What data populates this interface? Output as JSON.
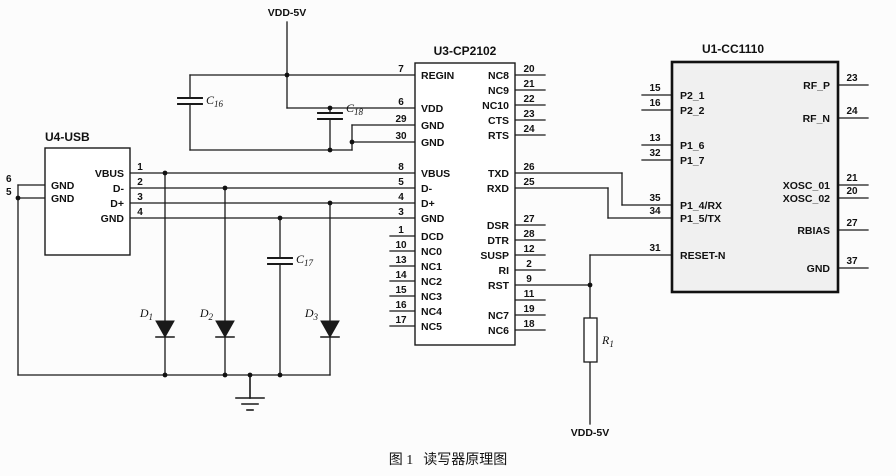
{
  "caption": {
    "label": "图 1",
    "title": "读写器原理图"
  },
  "power": {
    "top_label": "VDD-5V",
    "bottom_label": "VDD-5V"
  },
  "colors": {
    "ink": "#1a1a1a",
    "cc1110_fill": "#f0f0f0",
    "background": "#fcfcfc"
  },
  "components": {
    "usb": {
      "title": "U4-USB",
      "left_pins": [
        {
          "num": "6",
          "name": "GND"
        },
        {
          "num": "5",
          "name": "GND"
        }
      ],
      "right_pins": [
        {
          "num": "1",
          "name": "VBUS"
        },
        {
          "num": "2",
          "name": "D-"
        },
        {
          "num": "3",
          "name": "D+"
        },
        {
          "num": "4",
          "name": "GND"
        }
      ]
    },
    "cp2102": {
      "title": "U3-CP2102",
      "left_pins": [
        {
          "num": "7",
          "name": "REGIN"
        },
        {
          "num": "6",
          "name": "VDD"
        },
        {
          "num": "29",
          "name": "GND"
        },
        {
          "num": "30",
          "name": "GND"
        },
        {
          "num": "8",
          "name": "VBUS"
        },
        {
          "num": "5",
          "name": "D-"
        },
        {
          "num": "4",
          "name": "D+"
        },
        {
          "num": "3",
          "name": "GND"
        },
        {
          "num": "1",
          "name": "DCD"
        },
        {
          "num": "10",
          "name": "NC0"
        },
        {
          "num": "13",
          "name": "NC1"
        },
        {
          "num": "14",
          "name": "NC2"
        },
        {
          "num": "15",
          "name": "NC3"
        },
        {
          "num": "16",
          "name": "NC4"
        },
        {
          "num": "17",
          "name": "NC5"
        }
      ],
      "right_pins": [
        {
          "num": "20",
          "name": "NC8"
        },
        {
          "num": "21",
          "name": "NC9"
        },
        {
          "num": "22",
          "name": "NC10"
        },
        {
          "num": "23",
          "name": "CTS"
        },
        {
          "num": "24",
          "name": "RTS"
        },
        {
          "num": "26",
          "name": "TXD"
        },
        {
          "num": "25",
          "name": "RXD"
        },
        {
          "num": "27",
          "name": "DSR"
        },
        {
          "num": "28",
          "name": "DTR"
        },
        {
          "num": "12",
          "name": "SUSP"
        },
        {
          "num": "2",
          "name": "RI"
        },
        {
          "num": "9",
          "name": "RST"
        },
        {
          "num": "11",
          "name": ""
        },
        {
          "num": "19",
          "name": "NC7"
        },
        {
          "num": "18",
          "name": "NC6"
        }
      ]
    },
    "cc1110": {
      "title": "U1-CC1110",
      "left_pins": [
        {
          "num": "15",
          "name": "P2_1"
        },
        {
          "num": "16",
          "name": "P2_2"
        },
        {
          "num": "13",
          "name": "P1_6"
        },
        {
          "num": "32",
          "name": "P1_7"
        },
        {
          "num": "35",
          "name": "P1_4/RX"
        },
        {
          "num": "34",
          "name": "P1_5/TX"
        },
        {
          "num": "31",
          "name": "RESET-N"
        }
      ],
      "right_pins": [
        {
          "num": "23",
          "name": "RF_P"
        },
        {
          "num": "24",
          "name": "RF_N"
        },
        {
          "num": "21",
          "name": "XOSC_01"
        },
        {
          "num": "20",
          "name": "XOSC_02"
        },
        {
          "num": "27",
          "name": "RBIAS"
        },
        {
          "num": "37",
          "name": "GND"
        }
      ]
    }
  },
  "passives": {
    "c16": {
      "prefix": "C",
      "sub": "16"
    },
    "c17": {
      "prefix": "C",
      "sub": "17"
    },
    "c18": {
      "prefix": "C",
      "sub": "18"
    },
    "d1": {
      "prefix": "D",
      "sub": "1"
    },
    "d2": {
      "prefix": "D",
      "sub": "2"
    },
    "d3": {
      "prefix": "D",
      "sub": "3"
    },
    "r1": {
      "prefix": "R",
      "sub": "1"
    }
  }
}
